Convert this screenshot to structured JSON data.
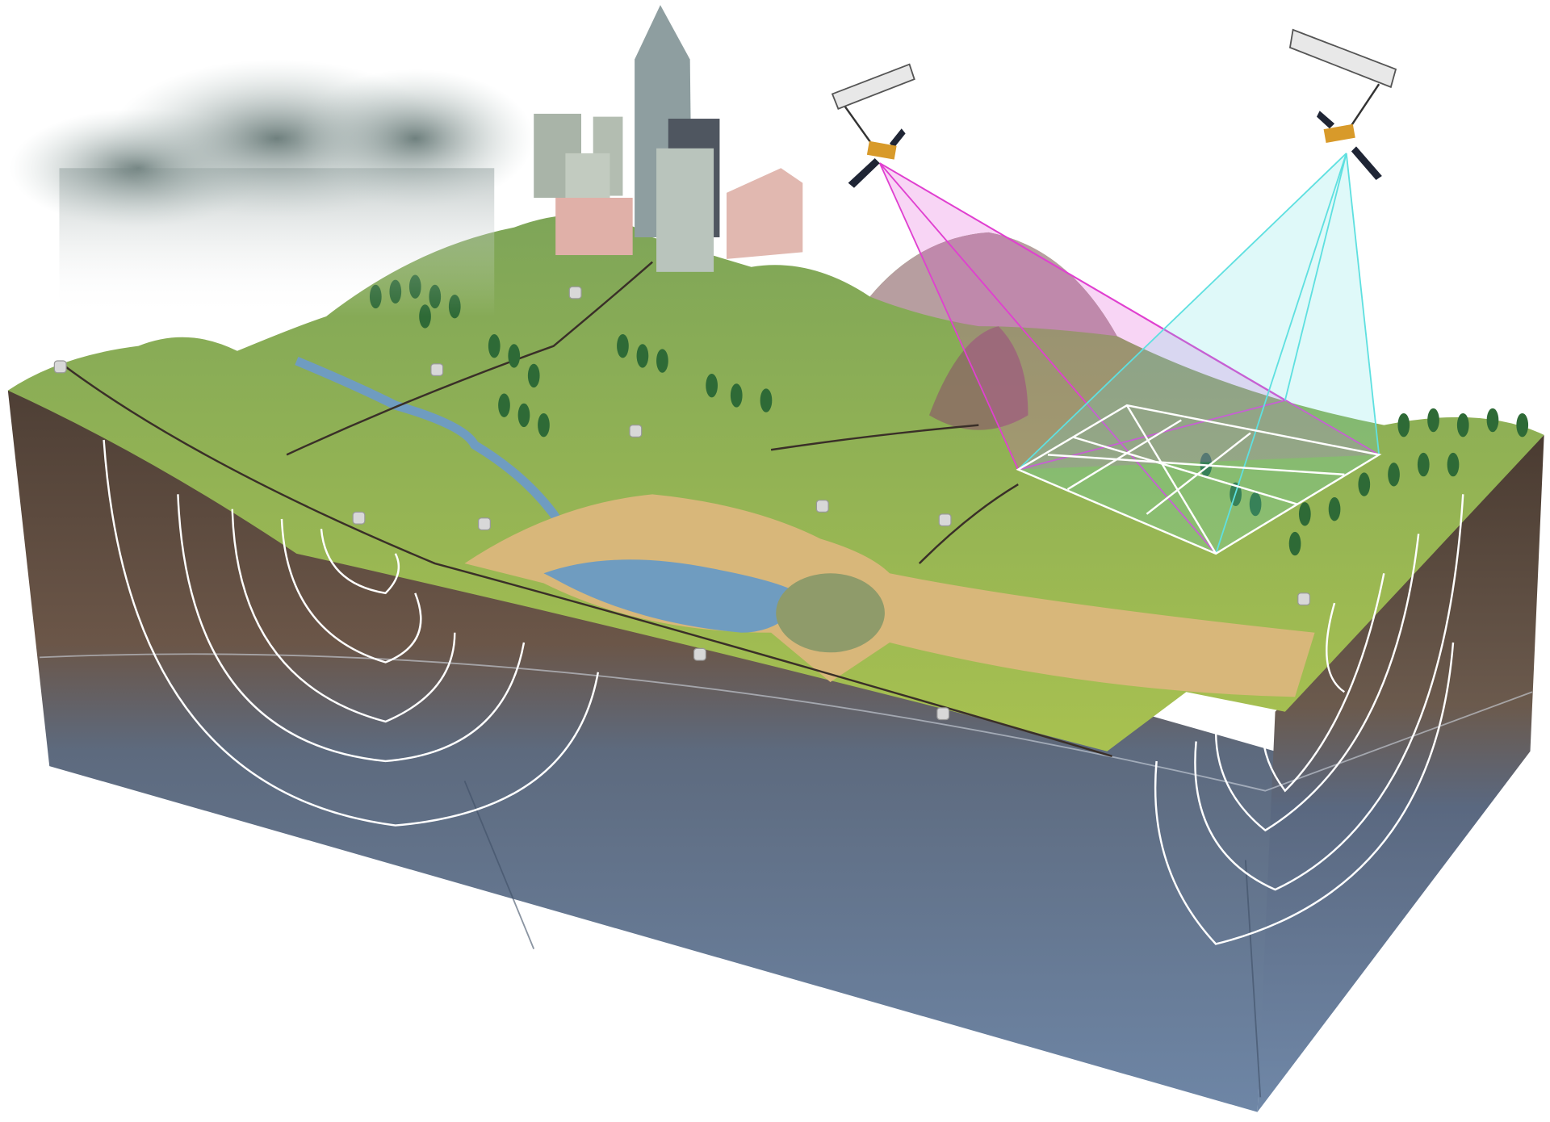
{
  "illustration": {
    "elements": [
      "rain-cloud",
      "city-buildings",
      "river",
      "lake",
      "quarry-cliff",
      "forest",
      "mountain",
      "satellite-left",
      "satellite-right",
      "radar-swath",
      "sensor-stations",
      "fault-lines",
      "subsurface-contours"
    ],
    "colors": {
      "ground_green": "#9cbd54",
      "soil_brown": "#5a4a3c",
      "aquifer_blue": "#6f86a3",
      "swath_magenta": "#e040d0",
      "swath_cyan": "#5fe0e0",
      "water": "#6f9cc0",
      "cliff": "#d8b77a",
      "cloud": "#8a9a98"
    }
  }
}
